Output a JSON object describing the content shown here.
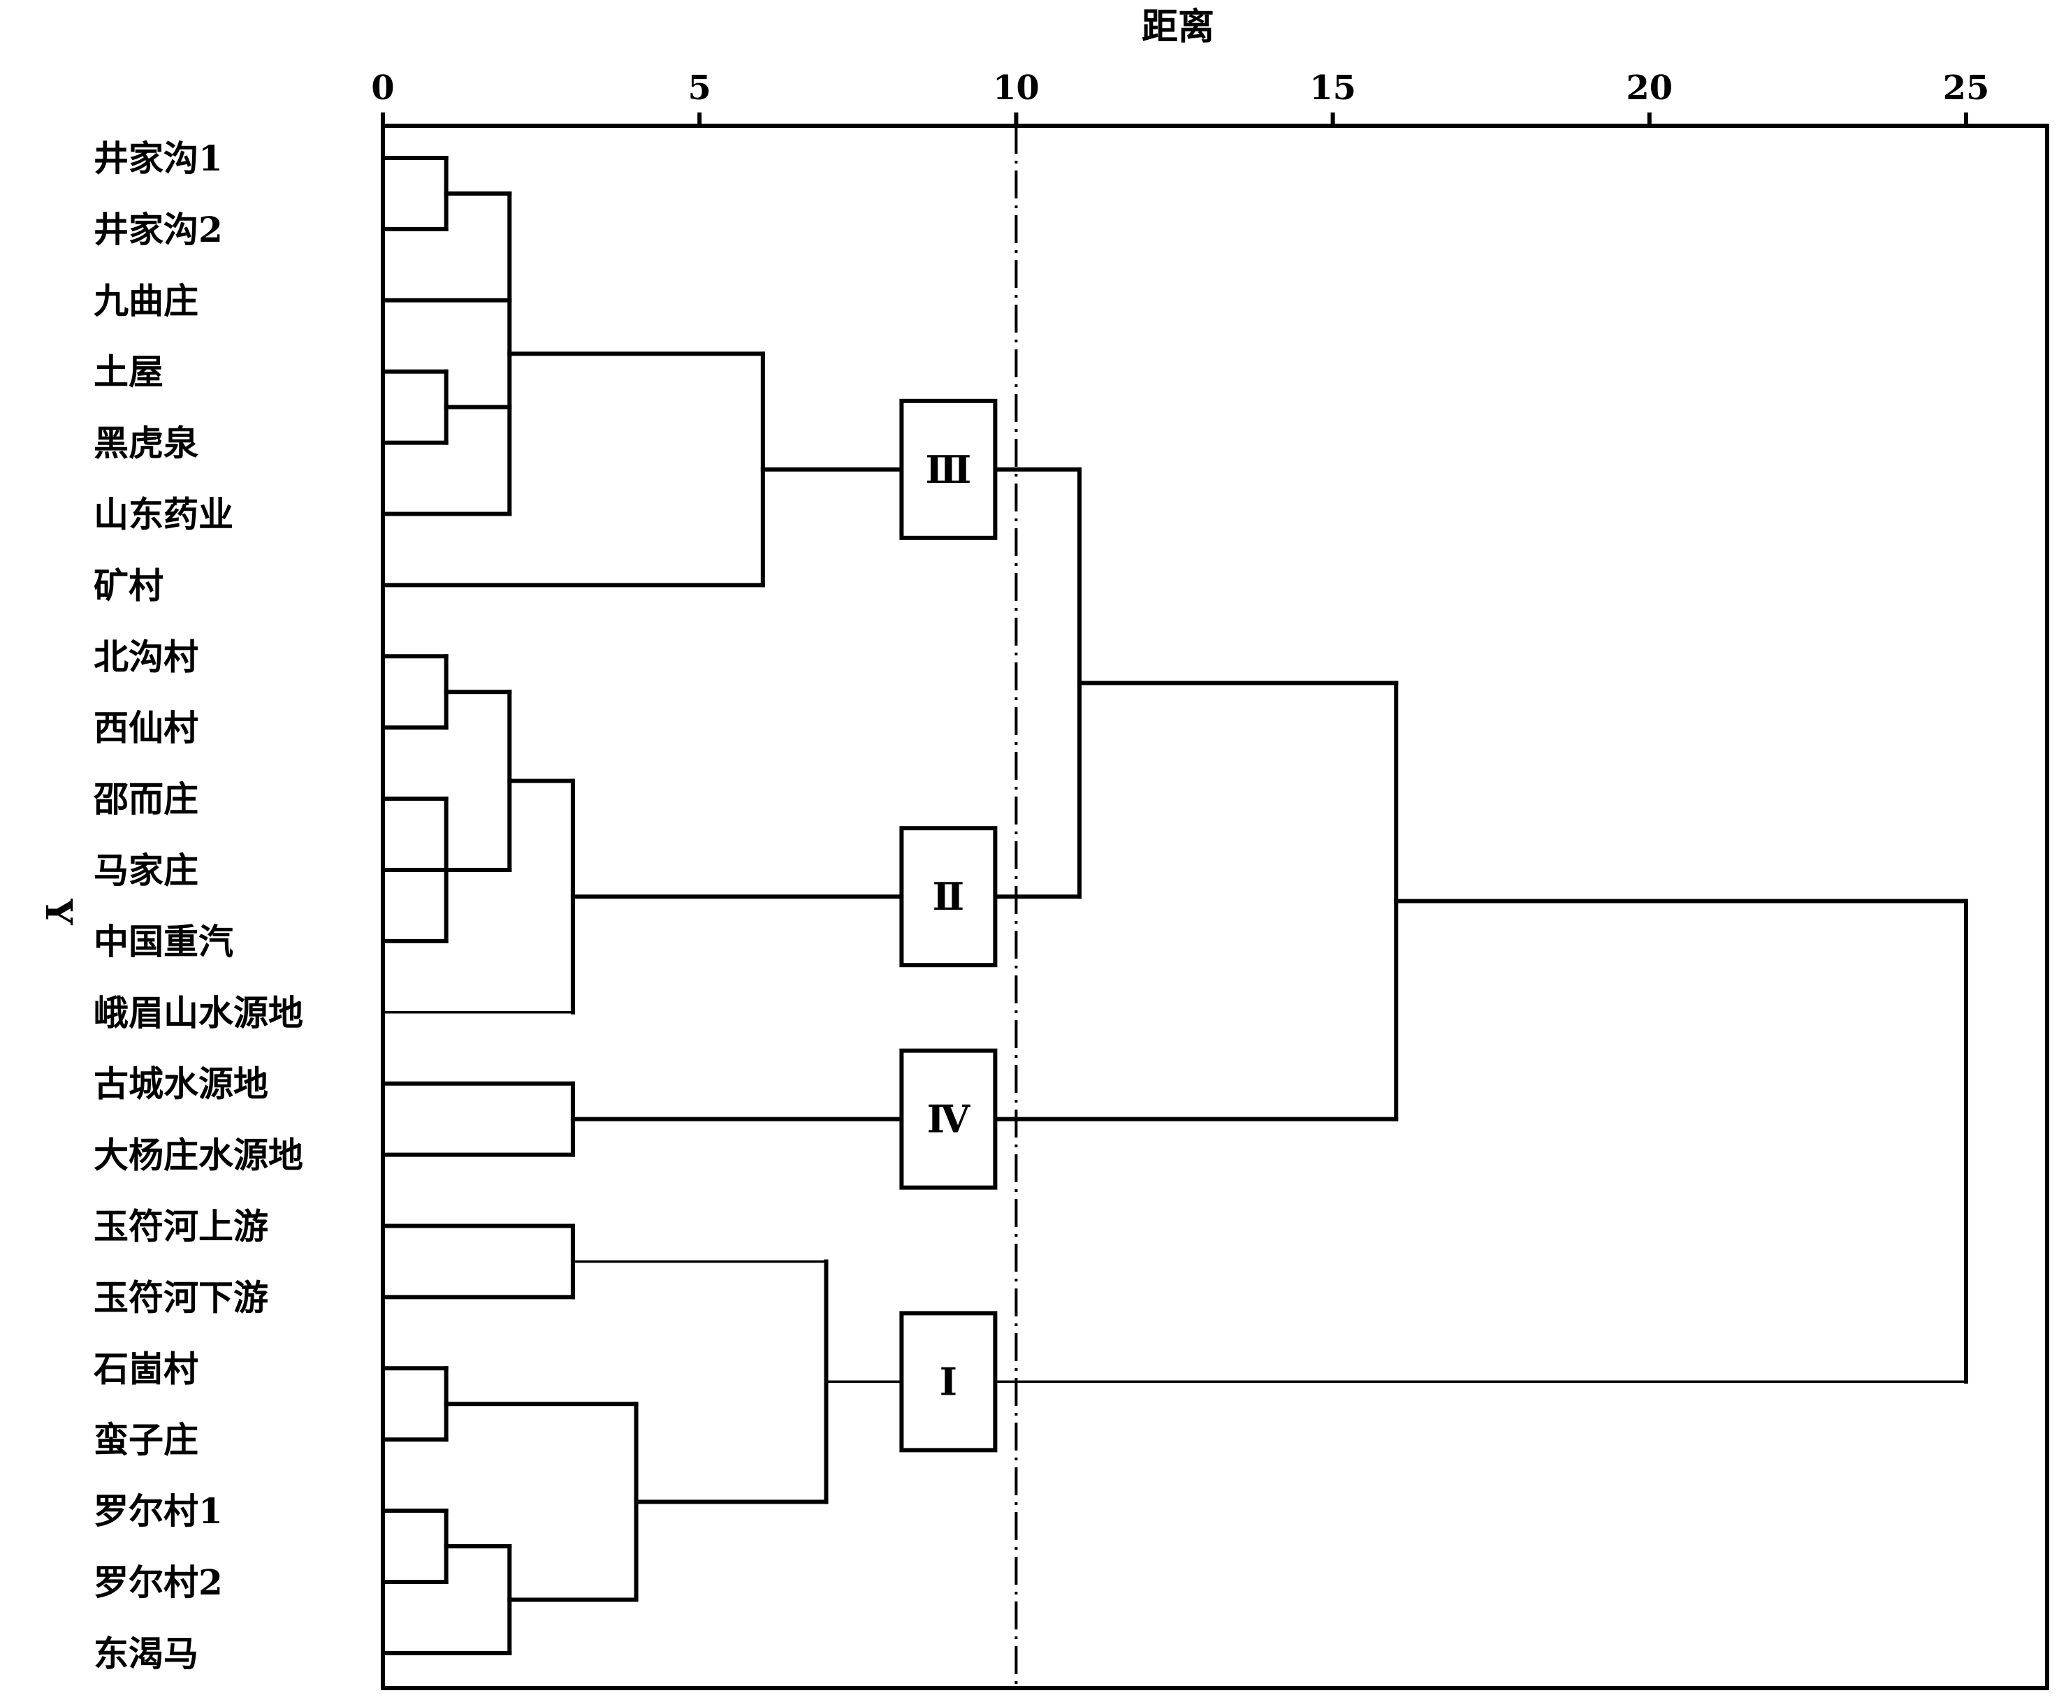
{
  "chart_data": {
    "type": "dendrogram",
    "title": "",
    "xlabel": "距离",
    "ylabel": "Y",
    "xlim": [
      0,
      25
    ],
    "x_ticks": [
      0,
      5,
      10,
      15,
      20,
      25
    ],
    "x_axis_position": "top",
    "cut_distance": 10,
    "leaves": [
      "井家沟1",
      "井家沟2",
      "九曲庄",
      "土屋",
      "黑虎泉",
      "山东药业",
      "矿村",
      "北沟村",
      "西仙村",
      "邵而庄",
      "马家庄",
      "中国重汽",
      "峨眉山水源地",
      "古城水源地",
      "大杨庄水源地",
      "玉符河上游",
      "玉符河下游",
      "石崮村",
      "蛮子庄",
      "罗尔村1",
      "罗尔村2",
      "东渴马"
    ],
    "merges": [
      {
        "id": "c1",
        "children": [
          "井家沟1",
          "井家沟2"
        ],
        "distance": 1
      },
      {
        "id": "c2",
        "children": [
          "土屋",
          "黑虎泉"
        ],
        "distance": 1
      },
      {
        "id": "c3",
        "children": [
          "c1",
          "九曲庄",
          "c2",
          "山东药业"
        ],
        "distance": 2
      },
      {
        "id": "c4",
        "children": [
          "c3",
          "矿村"
        ],
        "distance": 6
      },
      {
        "id": "c5",
        "children": [
          "北沟村",
          "西仙村"
        ],
        "distance": 1
      },
      {
        "id": "c6",
        "children": [
          "邵而庄",
          "马家庄",
          "中国重汽"
        ],
        "distance": 1
      },
      {
        "id": "c7",
        "children": [
          "c5",
          "c6"
        ],
        "distance": 2
      },
      {
        "id": "c8",
        "children": [
          "c7",
          "峨眉山水源地"
        ],
        "distance": 3
      },
      {
        "id": "c9",
        "children": [
          "古城水源地",
          "大杨庄水源地"
        ],
        "distance": 3
      },
      {
        "id": "c10",
        "children": [
          "玉符河上游",
          "玉符河下游"
        ],
        "distance": 3
      },
      {
        "id": "c11",
        "children": [
          "石崮村",
          "蛮子庄"
        ],
        "distance": 1
      },
      {
        "id": "c12",
        "children": [
          "罗尔村1",
          "罗尔村2"
        ],
        "distance": 1
      },
      {
        "id": "c13",
        "children": [
          "c12",
          "东渴马"
        ],
        "distance": 2
      },
      {
        "id": "c14",
        "children": [
          "c11",
          "c13"
        ],
        "distance": 4
      },
      {
        "id": "c15",
        "children": [
          "c10",
          "c14"
        ],
        "distance": 7
      },
      {
        "id": "c16",
        "children": [
          "c4",
          "c8"
        ],
        "distance": 11
      },
      {
        "id": "c17",
        "children": [
          "c16",
          "c9"
        ],
        "distance": 16
      },
      {
        "id": "c18",
        "children": [
          "c17",
          "c15"
        ],
        "distance": 25
      }
    ],
    "clusters": [
      {
        "label": "Ⅲ",
        "cluster": "c4"
      },
      {
        "label": "Ⅱ",
        "cluster": "c8"
      },
      {
        "label": "Ⅳ",
        "cluster": "c9"
      },
      {
        "label": "Ⅰ",
        "cluster": "c15"
      }
    ],
    "grid": false,
    "legend": "none"
  }
}
